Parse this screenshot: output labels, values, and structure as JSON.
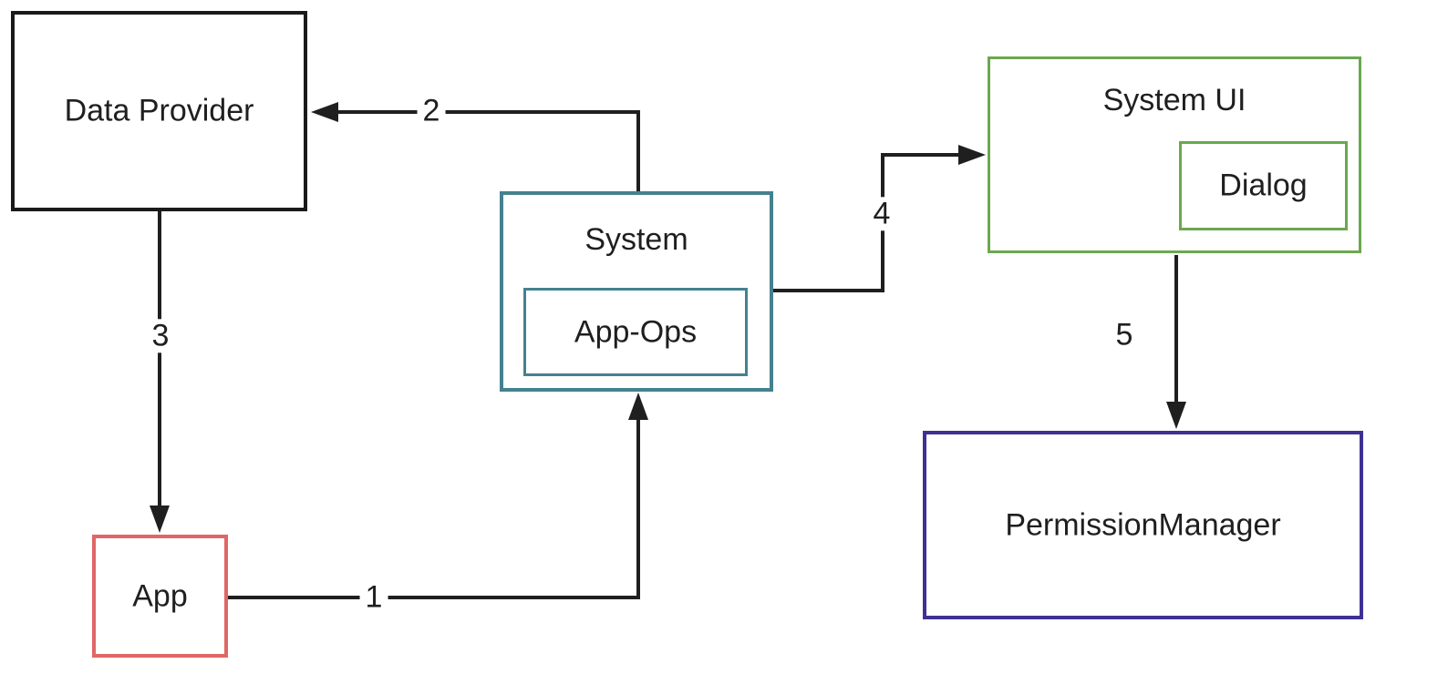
{
  "diagram": {
    "background": "#ffffff",
    "arrow_color": "#1f1f1f",
    "nodes": {
      "data_provider": {
        "label": "Data Provider",
        "border_color": "#1a1a1a"
      },
      "app": {
        "label": "App",
        "border_color": "#e06666"
      },
      "system": {
        "label": "System",
        "border_color": "#45818e"
      },
      "app_ops": {
        "label": "App-Ops",
        "border_color": "#45818e"
      },
      "system_ui": {
        "label": "System UI",
        "border_color": "#6aa84f"
      },
      "dialog": {
        "label": "Dialog",
        "border_color": "#6aa84f"
      },
      "permission_manager": {
        "label": "PermissionManager",
        "border_color": "#3e3193"
      }
    },
    "edges": [
      {
        "label": "1",
        "from": "App",
        "to": "System"
      },
      {
        "label": "2",
        "from": "System",
        "to": "Data Provider"
      },
      {
        "label": "3",
        "from": "Data Provider",
        "to": "App"
      },
      {
        "label": "4",
        "from": "System",
        "to": "System UI"
      },
      {
        "label": "5",
        "from": "System UI",
        "to": "PermissionManager"
      }
    ]
  }
}
